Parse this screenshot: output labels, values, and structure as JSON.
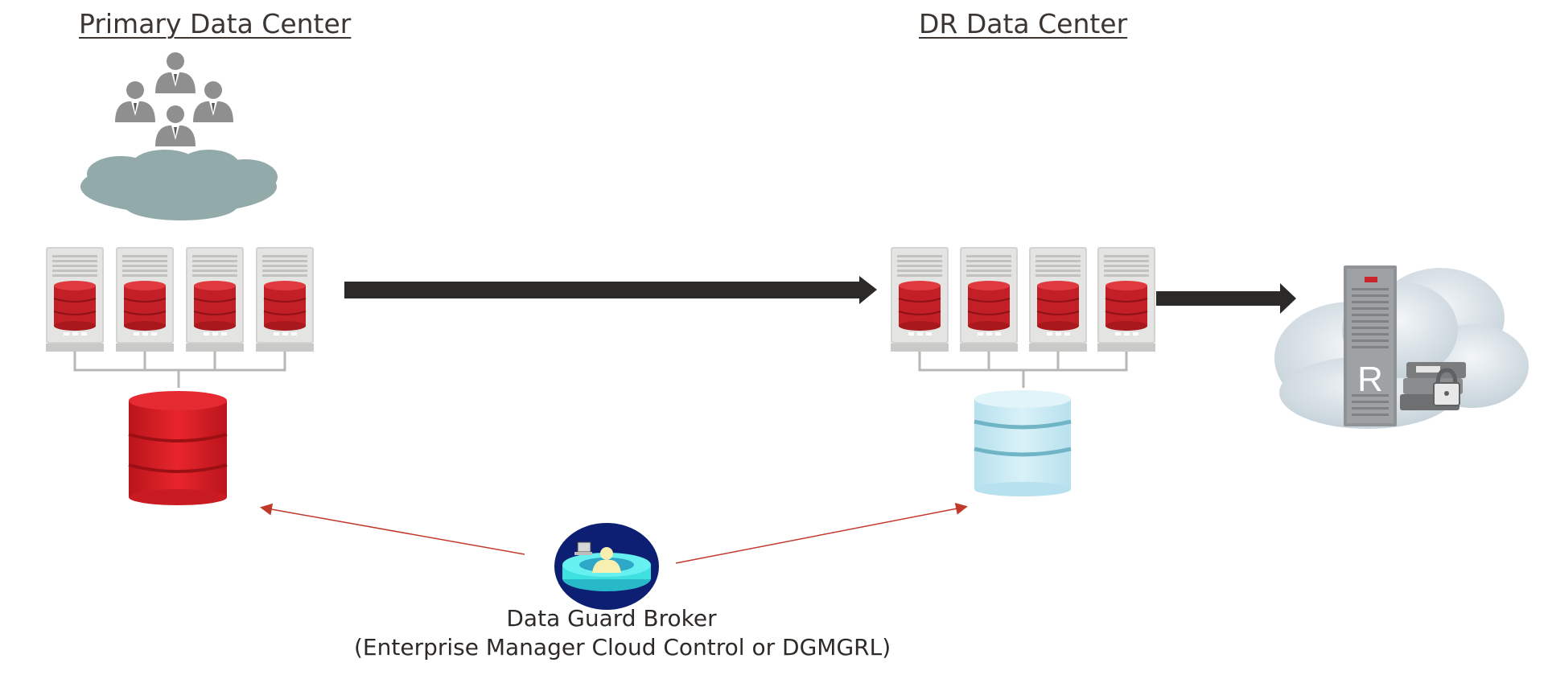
{
  "diagram": {
    "primary_title": "Primary Data Center",
    "dr_title": "DR Data Center",
    "broker_label": "Data Guard Broker",
    "broker_sublabel": "(Enterprise Manager Cloud Control or DGMGRL)",
    "recovery_server_letter": "R"
  },
  "colors": {
    "primary_db": "#d82027",
    "standby_db": "#c8e8f2",
    "arrow": "#2c2a28",
    "broker_arrow": "#c0392b",
    "cloud_users": "#93aaab",
    "server": "#d6d6d6",
    "people": "#8f8f8f"
  }
}
